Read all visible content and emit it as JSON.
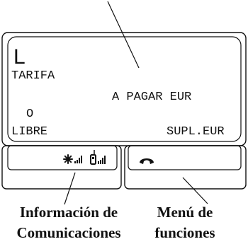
{
  "display": {
    "cursor_char": "L",
    "row1_left": "TARIFA",
    "row2_right": "A PAGAR EUR",
    "row3_left": "O",
    "row4_left": "LIBRE",
    "row4_right": "SUPL.EUR"
  },
  "labels": {
    "comm_info_line1": "Información de",
    "comm_info_line2": "Comunicaciones",
    "func_menu_line1": "Menú de",
    "func_menu_line2": "funciones"
  },
  "icons": {
    "status_left": "snowflake-signal-icon",
    "status_right": "phone-signal-icon",
    "function": "handset-icon"
  }
}
